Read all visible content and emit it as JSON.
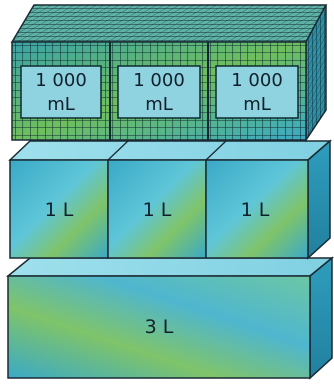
{
  "colors": {
    "outline": "#1a2a33",
    "face_light": "#5fc6d8",
    "face_mid": "#3aa9c7",
    "face_green": "#7fc46a",
    "top_light": "#9fe0ec",
    "side_dark": "#2a8fb0",
    "grid_line": "#0e2a30",
    "label_box": "#8fd3e0"
  },
  "grid_layer": {
    "cubes": [
      {
        "line1": "1 000",
        "line2": "mL"
      },
      {
        "line1": "1 000",
        "line2": "mL"
      },
      {
        "line1": "1 000",
        "line2": "mL"
      }
    ]
  },
  "litre_layer": {
    "cubes": [
      {
        "label": "1 L"
      },
      {
        "label": "1 L"
      },
      {
        "label": "1 L"
      }
    ]
  },
  "base_block": {
    "label": "3 L"
  }
}
